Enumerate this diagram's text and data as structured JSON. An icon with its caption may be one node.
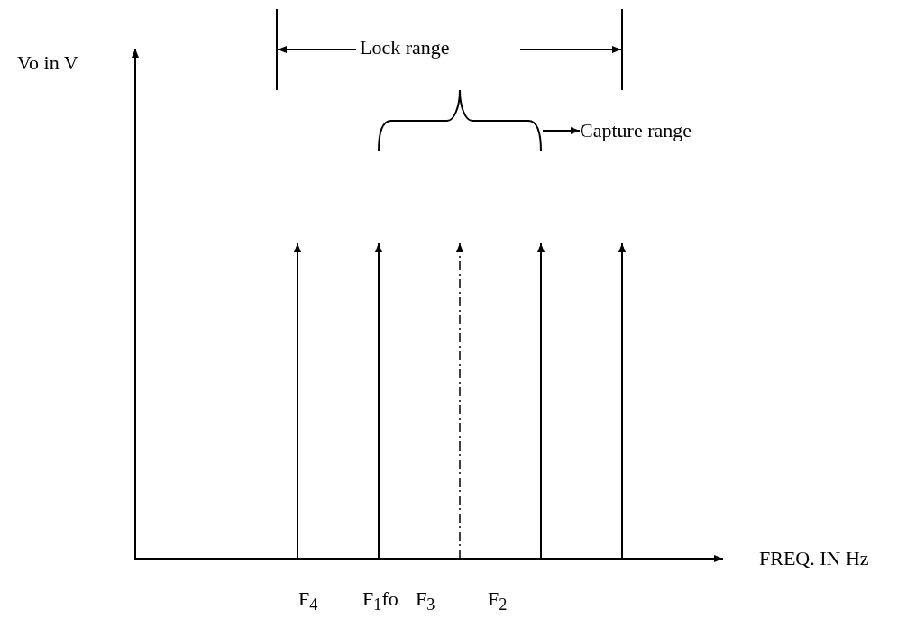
{
  "diagram": {
    "nodes": [
      {
        "text": [],
        "shape": "bracket"
      },
      {
        "text": [
          "Capture range"
        ]
      }
    ],
    "edges": [
      {
        "from": 0,
        "to": 1,
        "arrow": "to"
      }
    ],
    "labels": [
      "Lock range",
      "Vo in V",
      "FREQ. IN Hz",
      "F$_{4}$",
      "F$_{1}$fo",
      "F$_{3}$",
      "F$_{2}$"
    ]
  }
}
